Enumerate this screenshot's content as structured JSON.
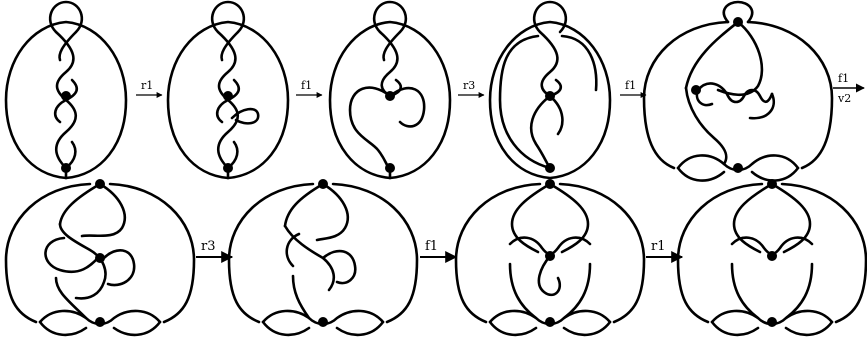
{
  "figure": {
    "steps": [
      {
        "id": "diagram-1"
      },
      {
        "id": "diagram-2"
      },
      {
        "id": "diagram-3"
      },
      {
        "id": "diagram-4"
      },
      {
        "id": "diagram-5"
      },
      {
        "id": "diagram-6"
      },
      {
        "id": "diagram-7"
      },
      {
        "id": "diagram-8"
      },
      {
        "id": "diagram-9"
      }
    ],
    "arrows": {
      "a1": "r1",
      "a2": "f1",
      "a3": "r3",
      "a4": "f1",
      "a5_top": "f1",
      "a5_bottom": "v2",
      "a6": "r3",
      "a7": "f1",
      "a8": "r1"
    }
  }
}
